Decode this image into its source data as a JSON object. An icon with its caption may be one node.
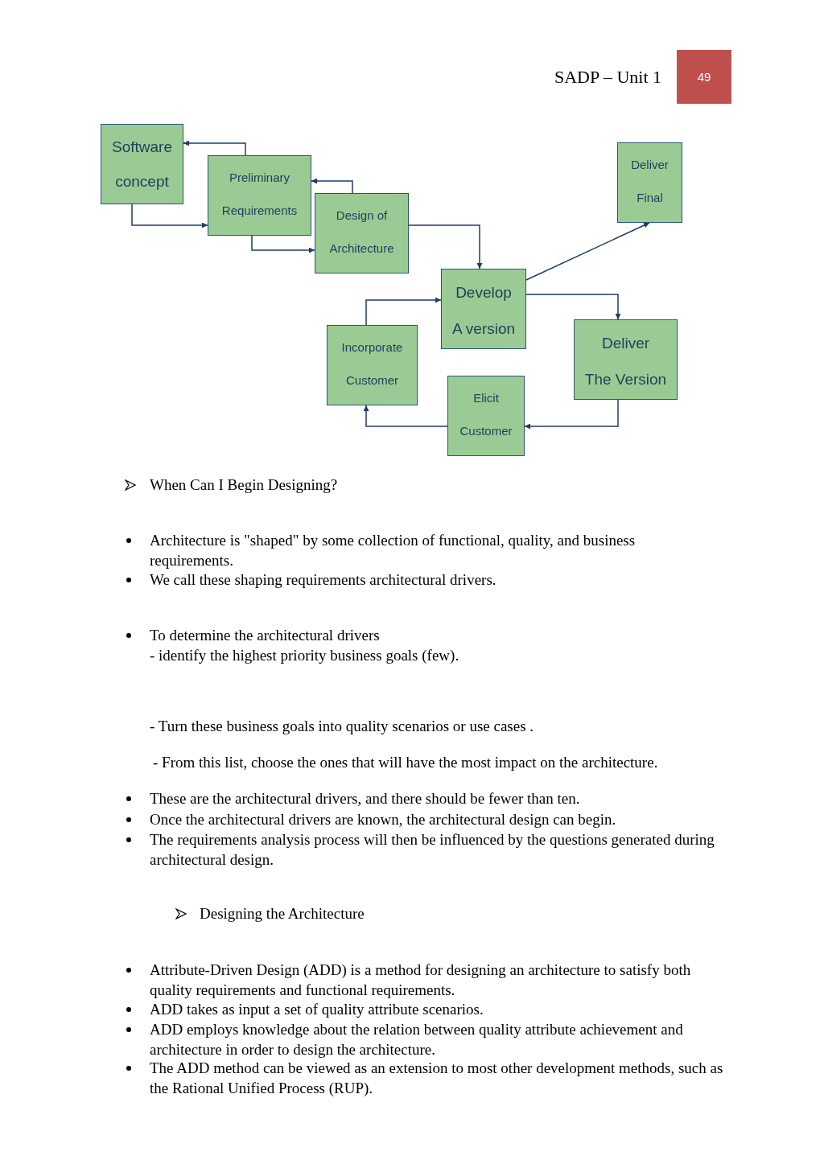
{
  "diagram": {
    "nodes": [
      {
        "text": [
          "49"
        ]
      },
      {
        "text": [
          "Software concept"
        ]
      },
      {
        "text": [
          "Preliminary Requirements"
        ]
      },
      {
        "text": [
          "Design of Architecture"
        ]
      },
      {
        "text": [
          "Deliver Final"
        ]
      },
      {
        "text": [
          "Develop A version"
        ]
      },
      {
        "text": [
          "Incorporate Customer"
        ]
      },
      {
        "text": [
          "Deliver The Version"
        ]
      },
      {
        "text": [
          "Elicit Customer"
        ]
      }
    ],
    "edges": [
      {
        "from": 1,
        "to": 2,
        "arrow": "to"
      },
      {
        "from": 2,
        "to": 1,
        "arrow": "to"
      },
      {
        "from": 2,
        "to": 3,
        "arrow": "to"
      },
      {
        "from": 3,
        "to": 2,
        "arrow": "to"
      },
      {
        "from": 3,
        "to": 5,
        "arrow": "to"
      },
      {
        "from": 5,
        "to": 4,
        "arrow": "to"
      },
      {
        "from": 5,
        "to": 7,
        "arrow": "to"
      },
      {
        "from": 7,
        "to": 8,
        "arrow": "to"
      },
      {
        "from": 8,
        "to": 6,
        "arrow": "to"
      },
      {
        "from": 6,
        "to": 5,
        "arrow": "to"
      }
    ],
    "labels": [
      "SADP – Unit 1",
      "When Can I Begin Designing?",
      "Architecture is \"shaped\" by some collection of functional, quality, and business requirements.",
      "We call these shaping requirements architectural drivers.",
      "To determine the architectural drivers",
      "- identify the highest priority business goals (few).",
      "- Turn these business goals into quality scenarios or use cases .",
      "- From this list, choose the ones that will have the most impact on the architecture.",
      "These are the architectural drivers, and there should be fewer than ten.",
      "Once the architectural drivers are known, the architectural design can begin.",
      "The requirements analysis process will then be influenced by the questions generated during architectural design.",
      "Designing the Architecture",
      "Attribute-Driven Design (ADD) is a method for designing an architecture to satisfy both quality requirements and functional requirements.",
      "ADD takes as input a set of quality attribute scenarios.",
      "ADD employs knowledge about the relation between quality attribute achievement and architecture in order to design the architecture.",
      "The ADD method can be viewed as an extension to most other development methods, such as the Rational Unified Process (RUP)."
    ]
  }
}
